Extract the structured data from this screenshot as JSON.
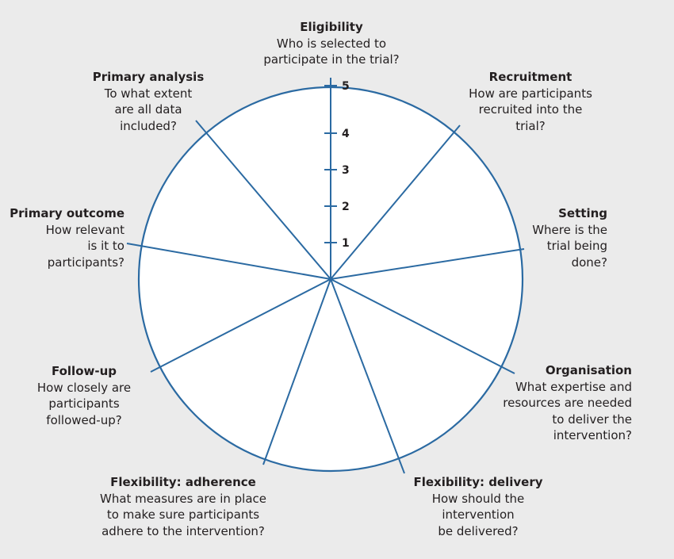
{
  "wheel": {
    "line_color": "#2b6aa2",
    "scale_ticks": [
      "1",
      "2",
      "3",
      "4",
      "5"
    ]
  },
  "domains": [
    {
      "id": "eligibility",
      "title": "Eligibility",
      "lines": [
        "Who is selected to",
        "participate in the trial?"
      ]
    },
    {
      "id": "recruitment",
      "title": "Recruitment",
      "lines": [
        "How are participants",
        "recruited into the",
        "trial?"
      ]
    },
    {
      "id": "setting",
      "title": "Setting",
      "lines": [
        "Where is the",
        "trial being",
        "done?"
      ]
    },
    {
      "id": "organisation",
      "title": "Organisation",
      "lines": [
        "What expertise and",
        "resources are needed",
        "to deliver the",
        "intervention?"
      ]
    },
    {
      "id": "flexibility-delivery",
      "title": "Flexibility: delivery",
      "lines": [
        "How should the",
        "intervention",
        "be delivered?"
      ]
    },
    {
      "id": "flexibility-adherence",
      "title": "Flexibility: adherence",
      "lines": [
        "What measures are in place",
        "to make sure participants",
        "adhere to the intervention?"
      ]
    },
    {
      "id": "follow-up",
      "title": "Follow-up",
      "lines": [
        "How closely are",
        "participants",
        "followed-up?"
      ]
    },
    {
      "id": "primary-outcome",
      "title": "Primary outcome",
      "lines": [
        "How relevant",
        "is it to",
        "participants?"
      ]
    },
    {
      "id": "primary-analysis",
      "title": "Primary analysis",
      "lines": [
        "To what extent",
        "are all data",
        "included?"
      ]
    }
  ]
}
